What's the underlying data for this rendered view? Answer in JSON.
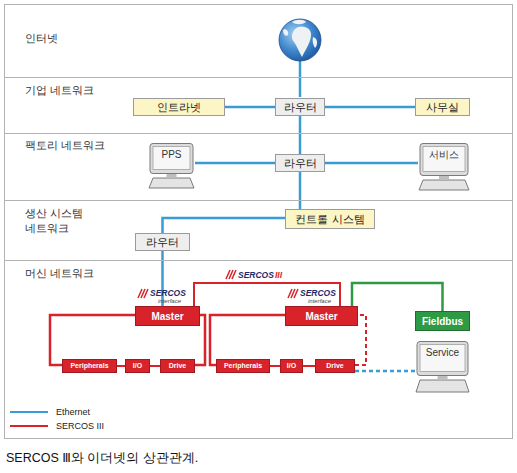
{
  "diagram": {
    "caption": "SERCOS Ⅲ와 이더넷의 상관관계.",
    "nodes": [
      {
        "text": [
          "인터넷"
        ]
      },
      {
        "text": [
          "기업 네트워크"
        ]
      },
      {
        "text": [
          "인트라넷"
        ],
        "in": 1
      },
      {
        "text": [
          "라우터"
        ],
        "in": 1
      },
      {
        "text": [
          "사무실"
        ],
        "in": 1
      },
      {
        "text": [
          "팩토리 네트워크"
        ]
      },
      {
        "text": [
          "PPS"
        ],
        "in": 5
      },
      {
        "text": [
          "라우터"
        ],
        "in": 5
      },
      {
        "text": [
          "서비스"
        ],
        "in": 5
      },
      {
        "text": [
          "생산 시스템 네트워크"
        ]
      },
      {
        "text": [
          "컨트롤 시스템"
        ],
        "in": 9
      },
      {
        "text": [
          "라우터"
        ],
        "in": 9
      },
      {
        "text": [
          "머신 네트워크"
        ]
      },
      {
        "text": [
          "Master"
        ],
        "in": 12
      },
      {
        "text": [
          "Master"
        ],
        "in": 12
      },
      {
        "text": [
          "Fieldbus"
        ],
        "in": 12
      },
      {
        "text": [
          "Peripherals"
        ],
        "in": 12
      },
      {
        "text": [
          "I/O"
        ],
        "in": 12
      },
      {
        "text": [
          "Drive"
        ],
        "in": 12
      },
      {
        "text": [
          "Peripherals"
        ],
        "in": 12
      },
      {
        "text": [
          "I/O"
        ],
        "in": 12
      },
      {
        "text": [
          "Drive"
        ],
        "in": 12
      },
      {
        "text": [
          "Service"
        ],
        "in": 12
      }
    ],
    "edges": [
      {
        "from": 2,
        "to": 3,
        "arrow": "none"
      },
      {
        "from": 3,
        "to": 4,
        "arrow": "none"
      },
      {
        "from": 3,
        "to": 7,
        "arrow": "none"
      },
      {
        "from": 7,
        "to": 6,
        "arrow": "none"
      },
      {
        "from": 7,
        "to": 8,
        "arrow": "none"
      },
      {
        "from": 7,
        "to": 10,
        "arrow": "none"
      },
      {
        "from": 10,
        "to": 11,
        "arrow": "none"
      },
      {
        "from": 11,
        "to": 13,
        "arrow": "none"
      },
      {
        "from": 13,
        "to": 14,
        "arrow": "none"
      },
      {
        "from": 13,
        "to": 16,
        "arrow": "none"
      },
      {
        "from": 16,
        "to": 17,
        "arrow": "none"
      },
      {
        "from": 17,
        "to": 18,
        "arrow": "none"
      },
      {
        "from": 18,
        "to": 13,
        "arrow": "none"
      },
      {
        "from": 14,
        "to": 19,
        "arrow": "none"
      },
      {
        "from": 19,
        "to": 20,
        "arrow": "none"
      },
      {
        "from": 20,
        "to": 21,
        "arrow": "none"
      },
      {
        "from": 21,
        "to": 14,
        "arrow": "none"
      },
      {
        "from": 14,
        "to": 15,
        "arrow": "none"
      },
      {
        "from": 21,
        "to": 22,
        "arrow": "none"
      }
    ],
    "labels": [
      "SERCOS",
      "interface",
      "SERCOS",
      "III",
      "SERCOS",
      "interface"
    ],
    "legend": [
      {
        "text": "Ethernet"
      },
      {
        "text": "SERCOS III"
      }
    ]
  }
}
